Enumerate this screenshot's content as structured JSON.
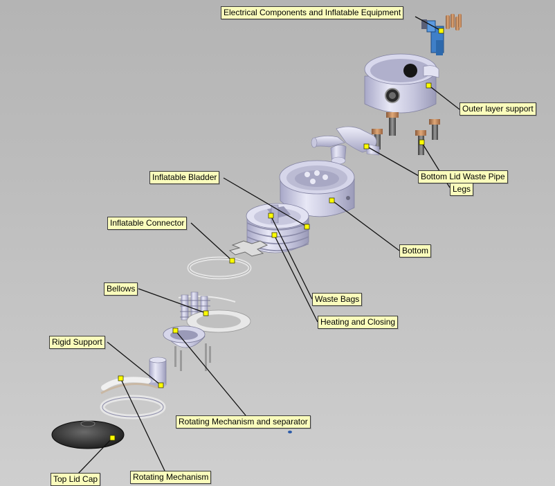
{
  "labels": {
    "electrical": "Electrical Components and Inflatable Equipment",
    "outer_support": "Outer layer support",
    "waste_pipe": "Bottom Lid Waste Pipe",
    "legs": "Legs",
    "bladder": "Inflatable Bladder",
    "connector": "Inflatable Connector",
    "bottom": "Bottom",
    "bellows": "Bellows",
    "waste_bags": "Waste Bags",
    "heating": "Heating and Closing",
    "rigid_support": "Rigid Support",
    "rot_sep": "Rotating Mechanism and separator",
    "top_cap": "Top Lid Cap",
    "rot_mech": "Rotating Mechanism"
  },
  "colors": {
    "label_bg": "#fafcbc",
    "marker": "#ffff00",
    "part": "#c8c8e0",
    "electrical_blue": "#4a8ad0",
    "copper": "#c98a5a"
  }
}
